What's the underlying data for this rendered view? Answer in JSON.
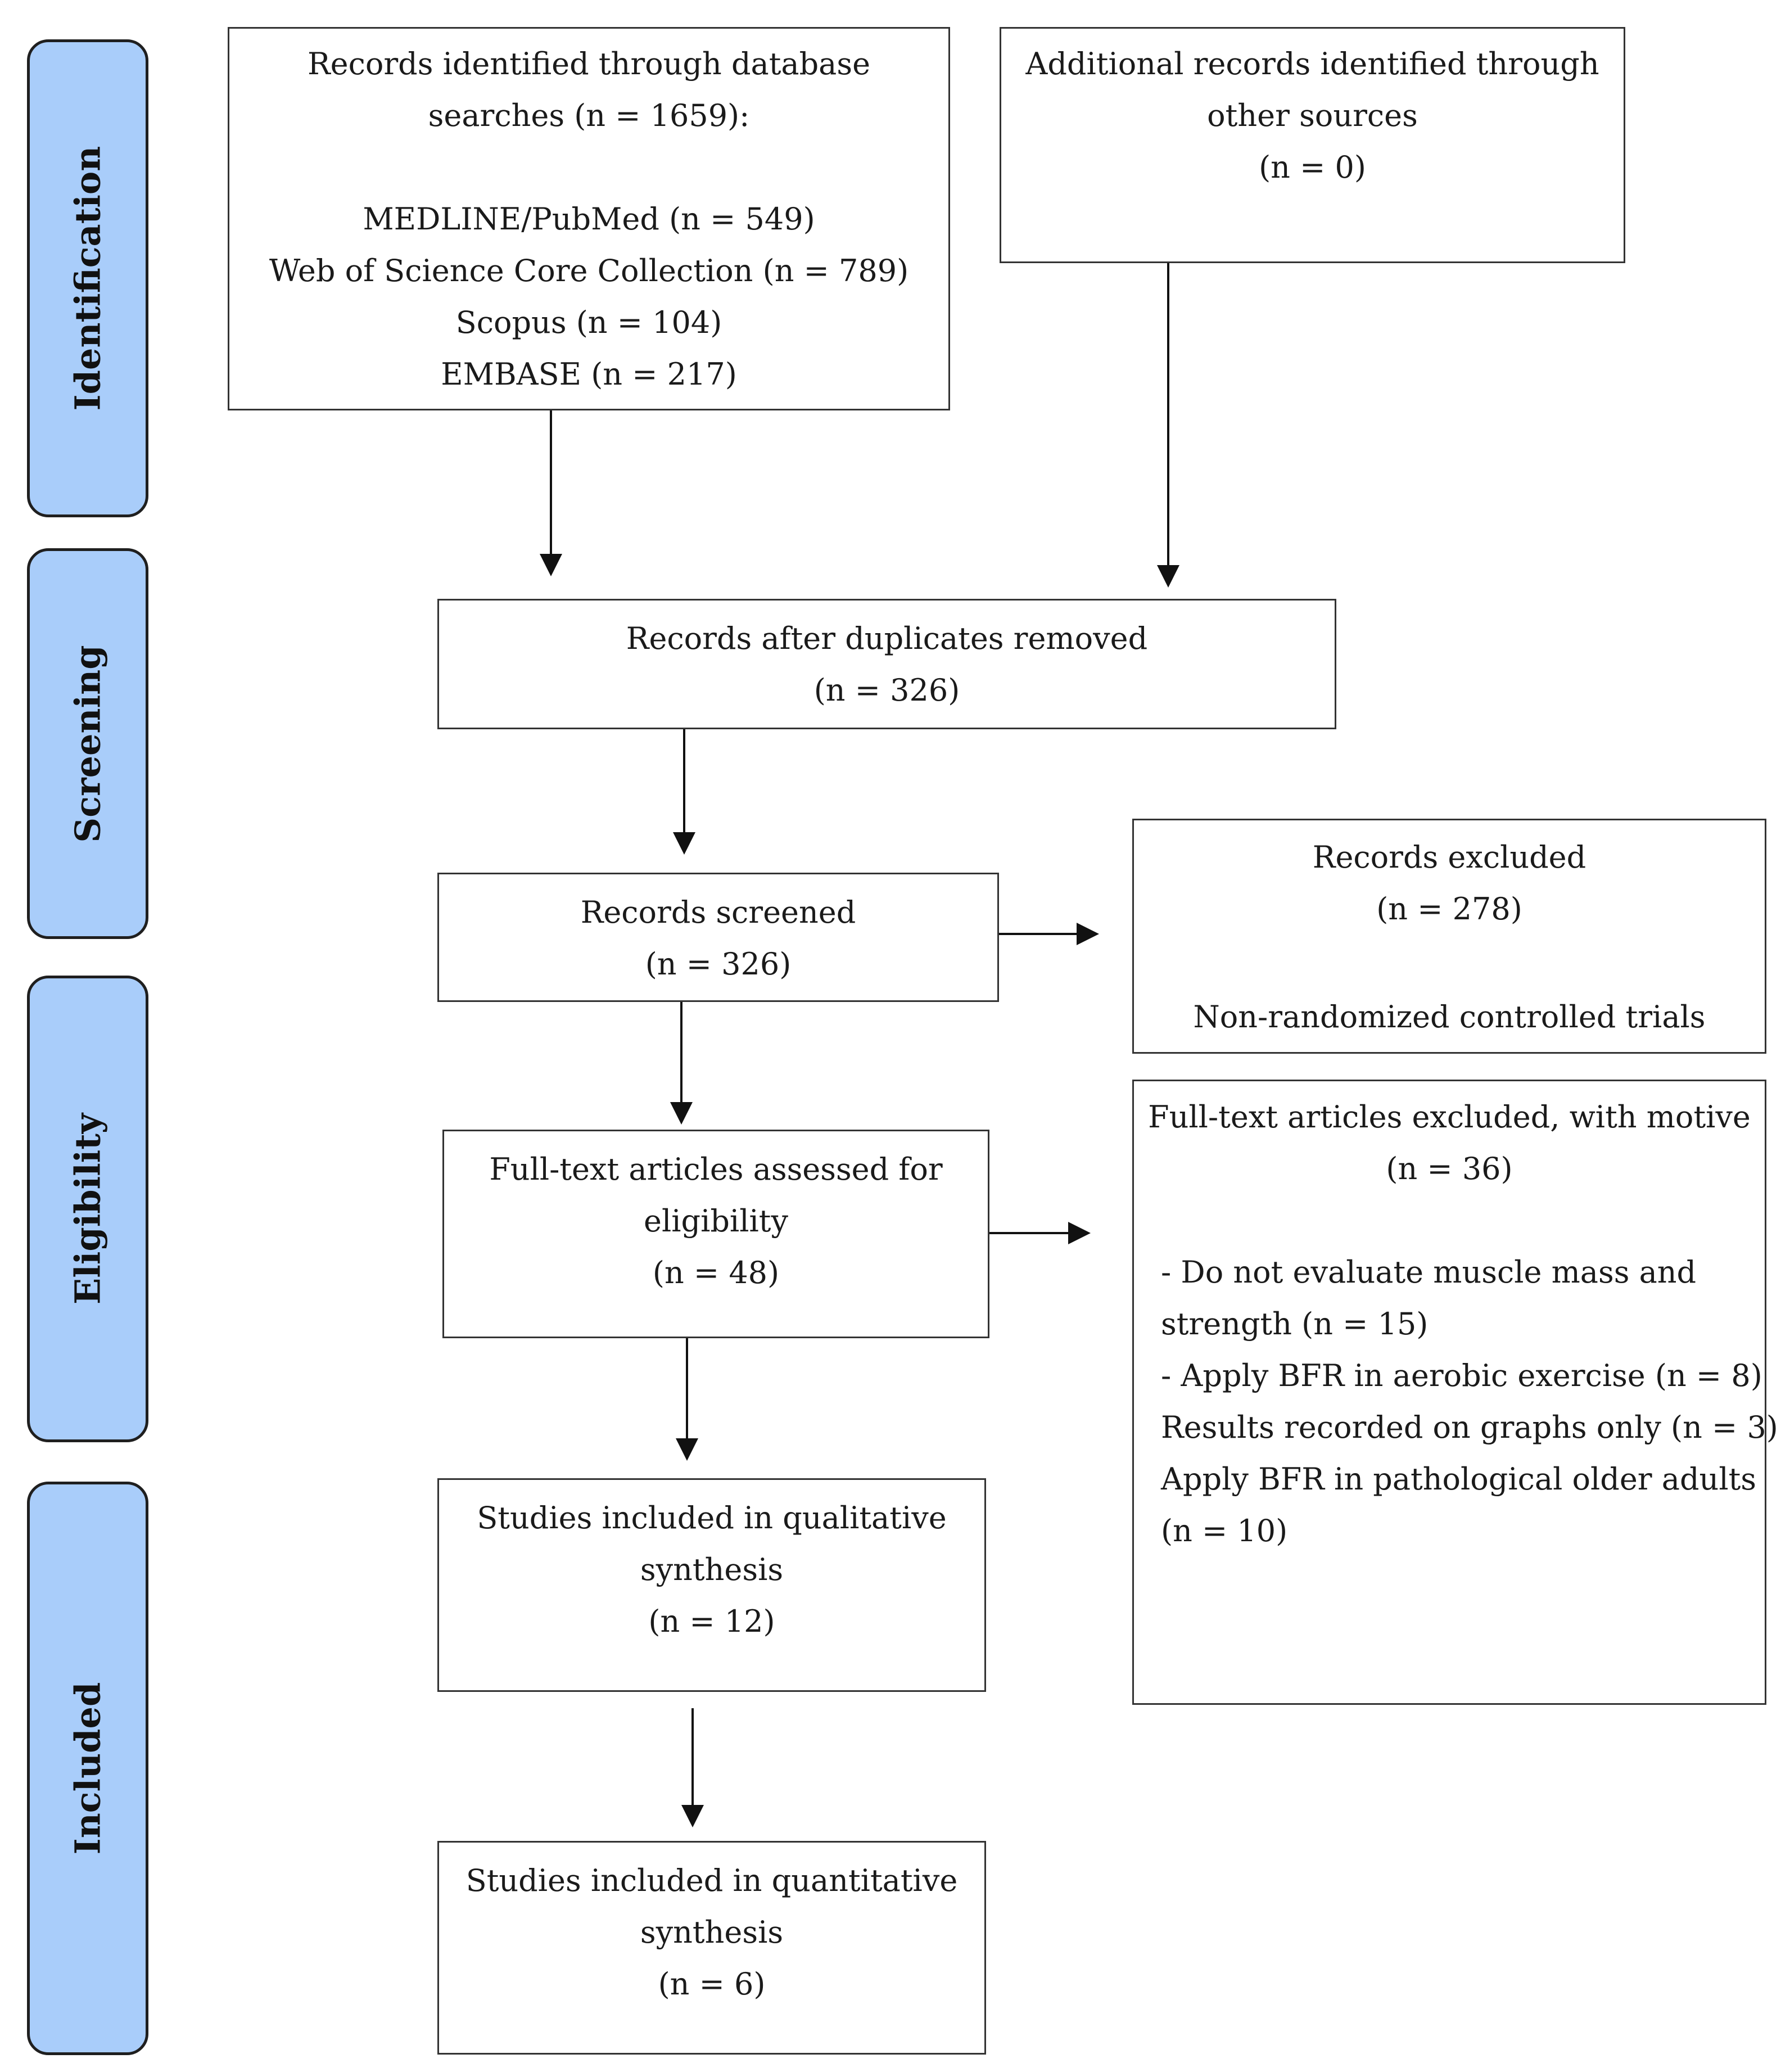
{
  "phases": {
    "identification": "Identification",
    "screening": "Screening",
    "eligibility": "Eligibility",
    "included": "Included"
  },
  "boxes": {
    "database_search": {
      "line1": "Records identified through database",
      "line2": "searches (n = 1659):",
      "sources": [
        "MEDLINE/PubMed (n = 549)",
        "Web of Science Core Collection (n = 789)",
        "Scopus (n = 104)",
        "EMBASE (n = 217)"
      ]
    },
    "other_sources": {
      "line1": "Additional records identified through",
      "line2": "other sources",
      "count": "(n = 0)"
    },
    "duplicates_removed": {
      "title": "Records after duplicates removed",
      "count": "(n = 326)"
    },
    "screened": {
      "title": "Records screened",
      "count": "(n = 326)"
    },
    "excluded": {
      "title": "Records excluded",
      "count": "(n = 278)",
      "reason": "Non-randomized controlled trials"
    },
    "fulltext_assessed": {
      "line1": "Full-text articles assessed for",
      "line2": "eligibility",
      "count": "(n = 48)"
    },
    "fulltext_excluded": {
      "title": "Full-text articles excluded, with motive",
      "count": "(n = 36)",
      "reasons": [
        "- Do not evaluate muscle mass and",
        "strength (n = 15)",
        "- Apply BFR in aerobic exercise (n = 8)",
        "Results recorded on graphs only (n = 3)",
        "Apply BFR in pathological older adults",
        "(n = 10)"
      ]
    },
    "qualitative": {
      "line1": "Studies included in qualitative",
      "line2": "synthesis",
      "count": "(n = 12)"
    },
    "quantitative": {
      "line1": "Studies included in quantitative",
      "line2": "synthesis",
      "count": "(n = 6)"
    }
  },
  "colors": {
    "phase_fill": "#a9cdfa",
    "box_border": "#333333",
    "arrow": "#111111"
  }
}
